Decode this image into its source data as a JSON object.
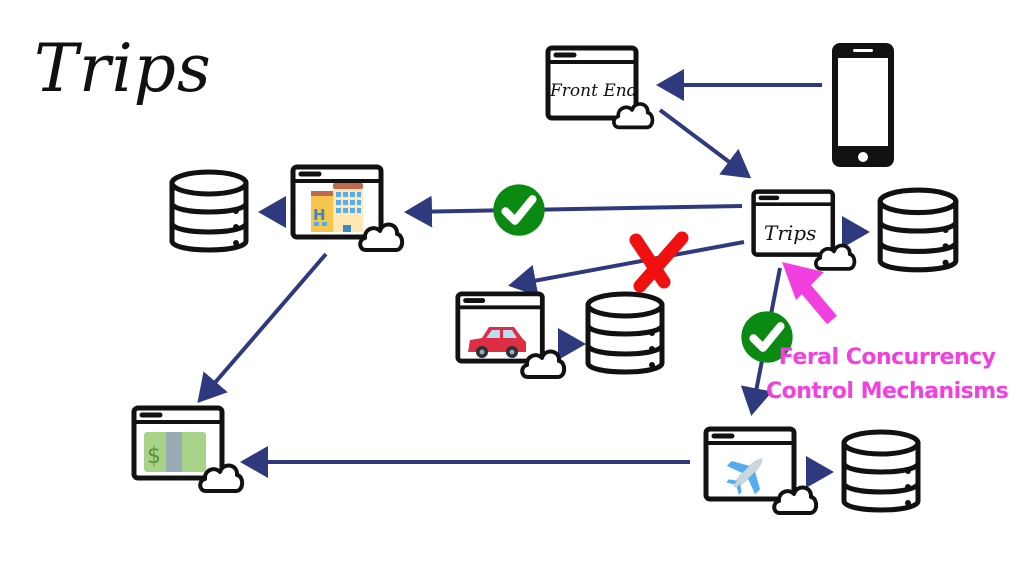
{
  "slide": {
    "title": "Trips",
    "annotation": {
      "line1": "Feral Concurrency",
      "line2": "Control Mechanisms",
      "color": "#f23fe0"
    }
  },
  "nodes": {
    "front_end": {
      "label": "Front End",
      "icon": "browser-window-cloud"
    },
    "phone": {
      "icon": "smartphone-icon"
    },
    "trips": {
      "label": "Trips",
      "icon": "browser-window-cloud",
      "db": "database-icon"
    },
    "hotel": {
      "icon": "hotel-icon",
      "db": "database-icon"
    },
    "car": {
      "icon": "car-icon",
      "db": "database-icon"
    },
    "flight": {
      "icon": "airplane-icon",
      "db": "database-icon"
    },
    "payment": {
      "icon": "money-icon"
    }
  },
  "edges": [
    {
      "from": "phone",
      "to": "front_end"
    },
    {
      "from": "front_end",
      "to": "trips"
    },
    {
      "from": "trips",
      "to": "trips_db"
    },
    {
      "from": "trips",
      "to": "hotel",
      "status": "success"
    },
    {
      "from": "trips",
      "to": "car",
      "status": "failure"
    },
    {
      "from": "trips",
      "to": "flight",
      "status": "success"
    },
    {
      "from": "hotel",
      "to": "hotel_db"
    },
    {
      "from": "car",
      "to": "car_db"
    },
    {
      "from": "flight",
      "to": "flight_db"
    },
    {
      "from": "hotel",
      "to": "payment"
    },
    {
      "from": "flight",
      "to": "payment"
    }
  ],
  "colors": {
    "arrow": "#2e3a7d",
    "success": "#0a8a12",
    "failure": "#f01010",
    "highlight": "#f23fe0",
    "outline": "#111111"
  }
}
